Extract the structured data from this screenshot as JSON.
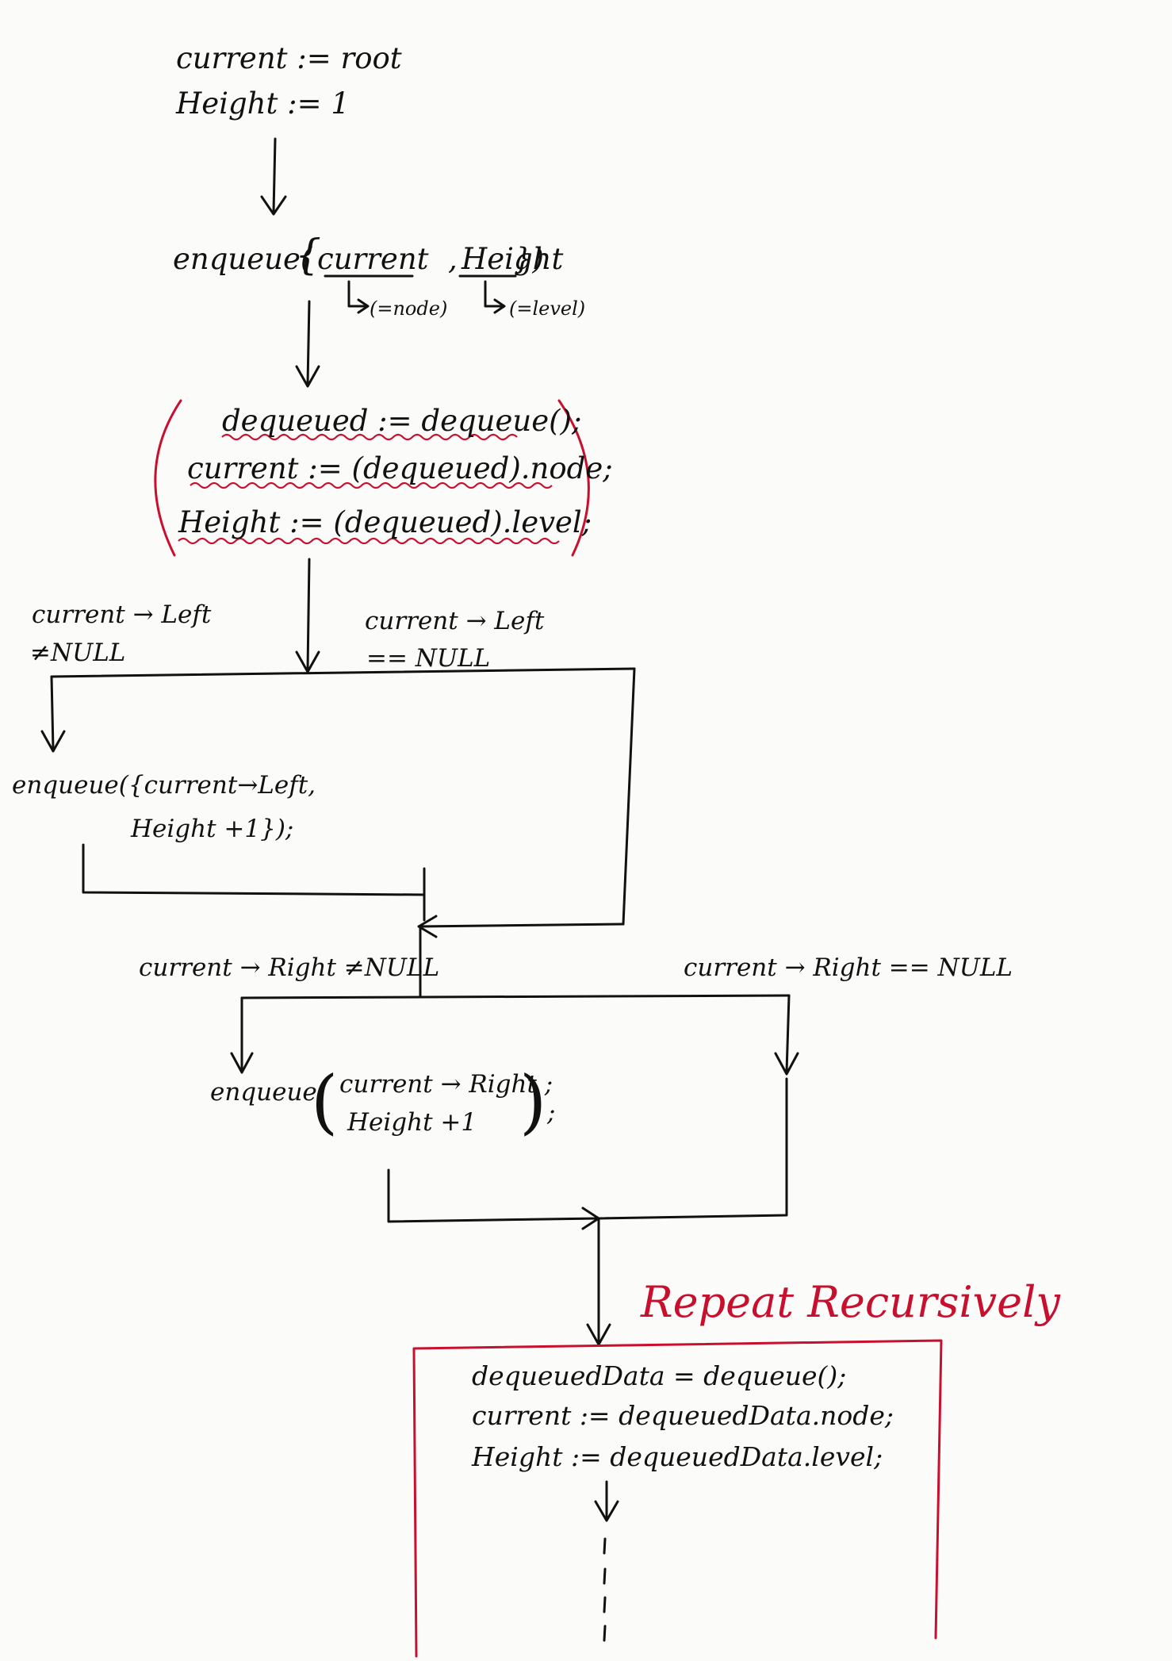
{
  "colors": {
    "ink": "#111111",
    "accent": "#c8102e",
    "paper": "#fbfbf9"
  },
  "init": {
    "line1": "current := root",
    "line2": "Height := 1"
  },
  "enqueue_root": {
    "prefix": "enqueue(",
    "brace_open": "{",
    "arg_current": "current",
    "comma": ",",
    "arg_height": "Height",
    "close": "})",
    "note_node": "(=node)",
    "note_level": "(=level)"
  },
  "dequeue_block": {
    "line1": "dequeued := dequeue();",
    "line2": "current := (dequeued).node;",
    "line3": "Height := (dequeued).level;"
  },
  "branch_left": {
    "not_null": {
      "line1": "current → Left",
      "line2": "≠NULL"
    },
    "is_null": {
      "line1": "current → Left",
      "line2": "== NULL"
    },
    "action": {
      "line1": "enqueue({current→Left,",
      "line2": "Height +1});"
    }
  },
  "branch_right": {
    "not_null": "current → Right ≠NULL",
    "is_null": "current → Right == NULL",
    "action": {
      "prefix": "enqueue",
      "line1": "current → Right ;",
      "line2": "Height +1",
      "suffix": ";"
    }
  },
  "repeat_block": {
    "title": "Repeat Recursively",
    "line1": "dequeuedData = dequeue();",
    "line2": "current := dequeuedData.node;",
    "line3": "Height := dequeuedData.level;"
  }
}
